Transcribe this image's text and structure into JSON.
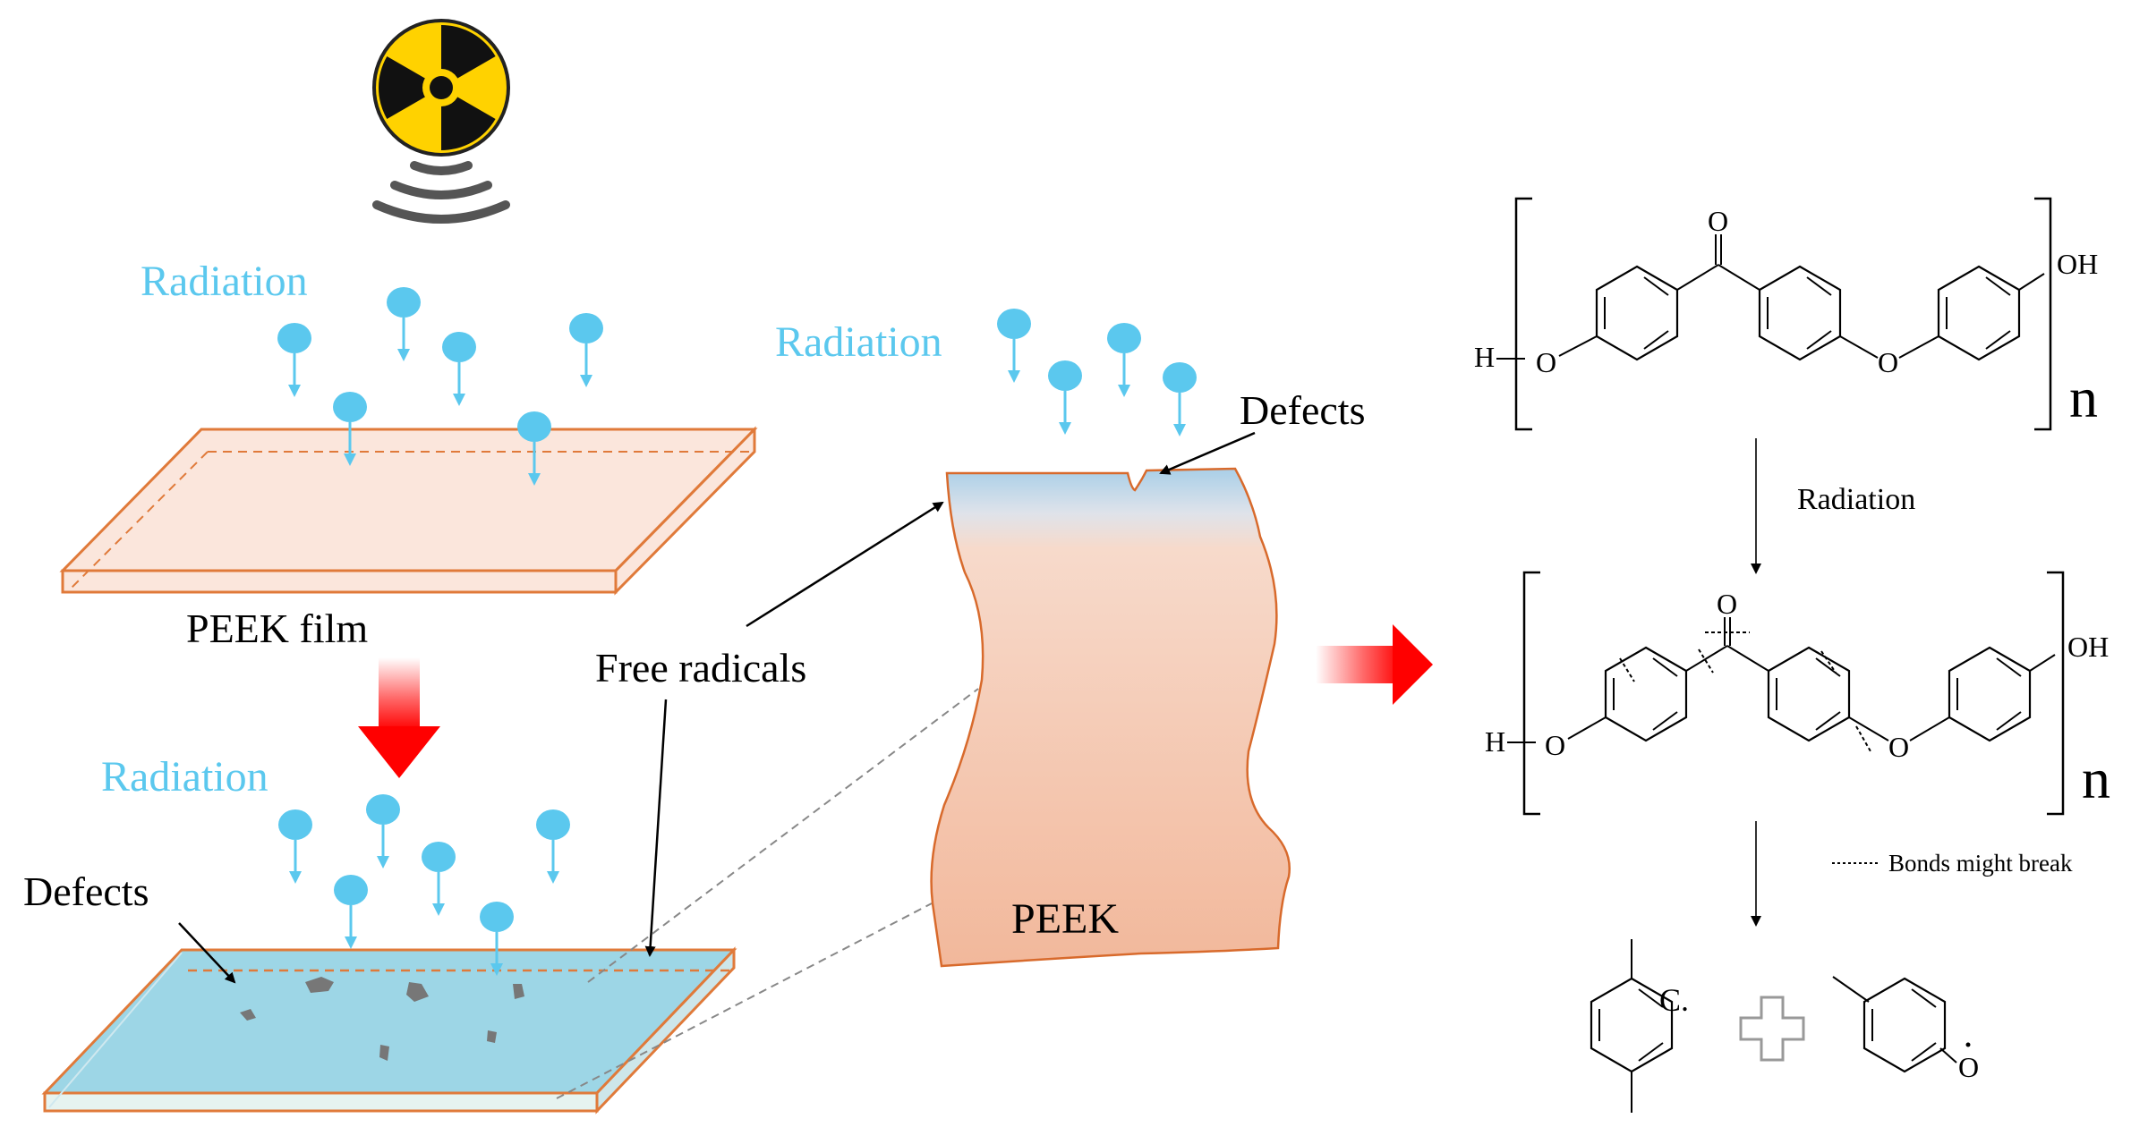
{
  "labels": {
    "radiation_top": "Radiation",
    "radiation_bottom": "Radiation",
    "radiation_middle": "Radiation",
    "peek_film": "PEEK film",
    "free_radicals": "Free radicals",
    "defects_left": "Defects",
    "defects_right": "Defects",
    "peek": "PEEK"
  },
  "chemistry": {
    "carbonyl_o": "O",
    "ether_o": "O",
    "end_h": "H",
    "end_oh": "OH",
    "repeat_n": "n",
    "step_label": "Radiation",
    "legend_text": "Bonds might break",
    "radical_c": "C.",
    "radical_o": "O"
  },
  "colors": {
    "radiation_text": "#5bc8ee",
    "droplet": "#5bc8ee",
    "film_fill": "#fbe6dc",
    "film_edge": "#e07a3a",
    "irradiated_fill": "#9dd6e6",
    "peek_gradient_top": "#a9cfe8",
    "peek_gradient_mid": "#f6d5c4",
    "peek_gradient_bottom": "#f2b99c",
    "red_arrow": "#ff1a1a",
    "hazard_yellow": "#ffd200"
  },
  "icons": {
    "radiation_symbol": "radiation-hazard-icon",
    "wave": "signal-waves-icon",
    "plus": "plus-outline-icon"
  }
}
